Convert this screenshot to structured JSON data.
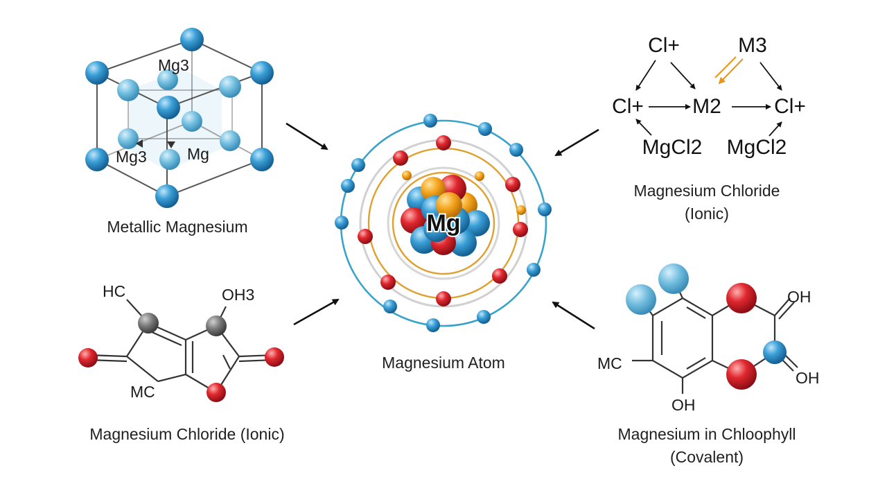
{
  "center": {
    "nucleus_label": "Mg",
    "caption": "Magnesium Atom"
  },
  "metallic": {
    "caption": "Metallic Magnesium",
    "labels": [
      "Mg3",
      "Mg3",
      "Mg"
    ]
  },
  "ionic_top": {
    "formulas": [
      "Cl+",
      "M3",
      "Cl+",
      "M2",
      "Cl+",
      "MgCl2",
      "MgCl2"
    ],
    "caption_line1": "Magnesium Chloride",
    "caption_line2": "(Ionic)"
  },
  "ionic_bottom": {
    "labels": [
      "HC",
      "OH3",
      "MC"
    ],
    "caption": "Magnesium Chloride (Ionic)"
  },
  "chlorophyll": {
    "labels": [
      "OH",
      "OH",
      "MC",
      "OH"
    ],
    "caption_line1": "Magnesium in Chloophyll",
    "caption_line2": "(Covalent)"
  },
  "colors": {
    "blue_atom": "#2a8cc4",
    "red_atom": "#d8252e",
    "orange_atom": "#f2a21a",
    "orbit_blue": "#3aa3c9",
    "orbit_orange": "#e0a030",
    "gray_atom": "#6e6e6e"
  }
}
